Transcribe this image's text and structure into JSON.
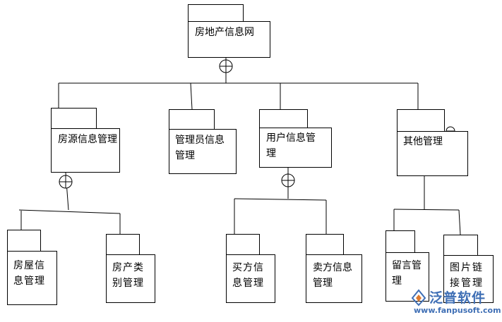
{
  "nodes": {
    "root": "房地产信息网",
    "house_source": "房源信息管理",
    "admin_info": "管理员信息\n管理",
    "user_info": "用户信息管\n理",
    "other": "其他管理",
    "house_info": "房屋信\n息管理",
    "house_type": "房产类\n别管理",
    "buyer_info": "买方信\n息管理",
    "seller_info": "卖方信息\n管理",
    "message_mgmt": "留言管\n理",
    "image_link_mgmt": "图片链\n接管理"
  },
  "watermark": {
    "name": "泛普软件",
    "url": "www.fanpusoft.com"
  },
  "colors": {
    "line": "#000000",
    "watermark": "#3f6fb5"
  }
}
